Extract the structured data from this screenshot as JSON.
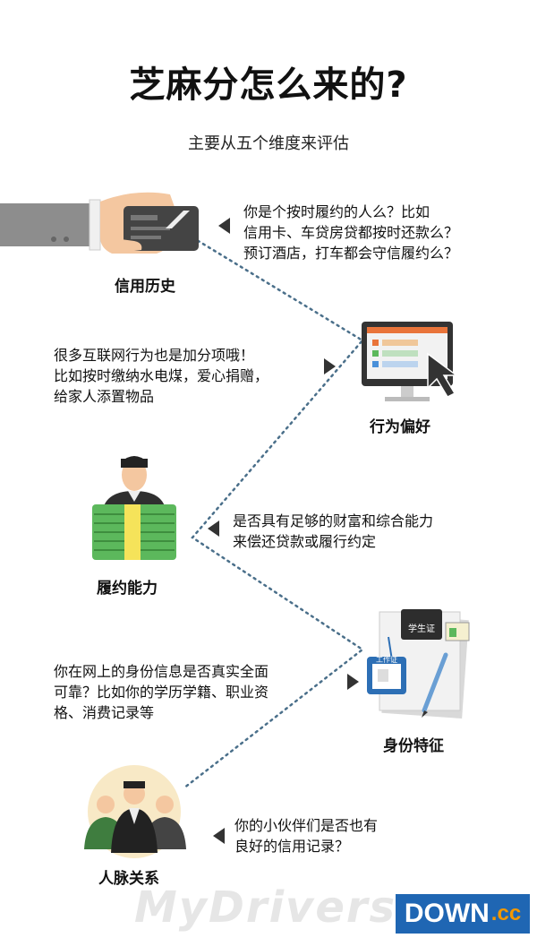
{
  "title": "芝麻分怎么来的?",
  "subtitle": "主要从五个维度来评估",
  "sections": [
    {
      "label": "信用历史",
      "icon": "hand-credit-card-icon",
      "lines": [
        "你是个按时履约的人么？比如",
        "信用卡、车贷房贷都按时还款么？",
        "预订酒店，打车都会守信履约么？"
      ]
    },
    {
      "label": "行为偏好",
      "icon": "computer-monitor-icon",
      "lines": [
        "很多互联网行为也是加分项哦！",
        "比如按时缴纳水电煤，爱心捐赠，",
        "给家人添置物品"
      ]
    },
    {
      "label": "履约能力",
      "icon": "person-money-icon",
      "lines": [
        "是否具有足够的财富和综合能力",
        "来偿还贷款或履行约定"
      ]
    },
    {
      "label": "身份特征",
      "icon": "id-documents-icon",
      "lines": [
        "你在网上的身份信息是否真实全面",
        "可靠？比如你的学历学籍、职业资",
        "格、消费记录等"
      ],
      "card_text": "学生证",
      "badge_text": "工作证"
    },
    {
      "label": "人脉关系",
      "icon": "people-group-icon",
      "lines": [
        "你的小伙伴们是否也有",
        "良好的信用记录？"
      ]
    }
  ],
  "watermark": "MyDrivers",
  "logo": {
    "main": "DOWN",
    "suffix": ".cc"
  },
  "colors": {
    "bg": "#ffffff",
    "text": "#111111",
    "arrow": "#333333",
    "dots": "#4a6f8a",
    "money": "#5cb85c",
    "monitor_bar": "#e9743a"
  }
}
